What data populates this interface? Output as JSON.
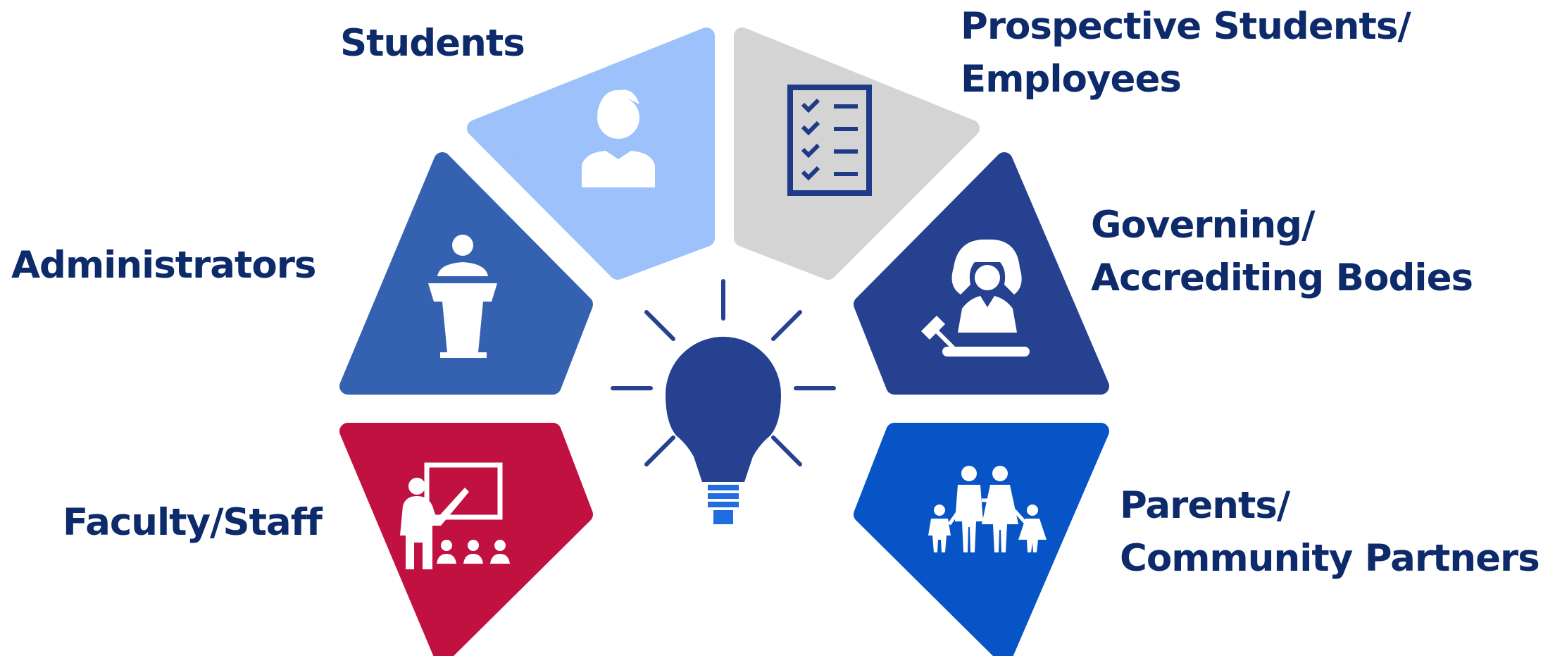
{
  "colors": {
    "label_text": "#0d2a6b",
    "students_segment": "#9cc1fb",
    "prospective_segment": "#d4d4d4",
    "governing_segment": "#26418f",
    "administrators_segment": "#3562b0",
    "faculty_segment": "#c01141",
    "parents_segment": "#0754c6",
    "bulb": "#26418f",
    "bulb_base": "#1f6de0",
    "icon_light": "#ffffff",
    "icon_dark_on_grey": "#1f3a86"
  },
  "segments": [
    {
      "key": "students",
      "lines": [
        "Students"
      ],
      "icon": "student-icon"
    },
    {
      "key": "prospective",
      "lines": [
        "Prospective Students/",
        "Employees"
      ],
      "icon": "checklist-icon"
    },
    {
      "key": "administrators",
      "lines": [
        "Administrators"
      ],
      "icon": "podium-icon"
    },
    {
      "key": "governing",
      "lines": [
        "Governing/",
        "Accrediting Bodies"
      ],
      "icon": "judge-icon"
    },
    {
      "key": "faculty",
      "lines": [
        "Faculty/Staff"
      ],
      "icon": "teacher-icon"
    },
    {
      "key": "parents",
      "lines": [
        "Parents/",
        "Community Partners"
      ],
      "icon": "family-icon"
    }
  ],
  "center": {
    "icon": "lightbulb-icon"
  }
}
